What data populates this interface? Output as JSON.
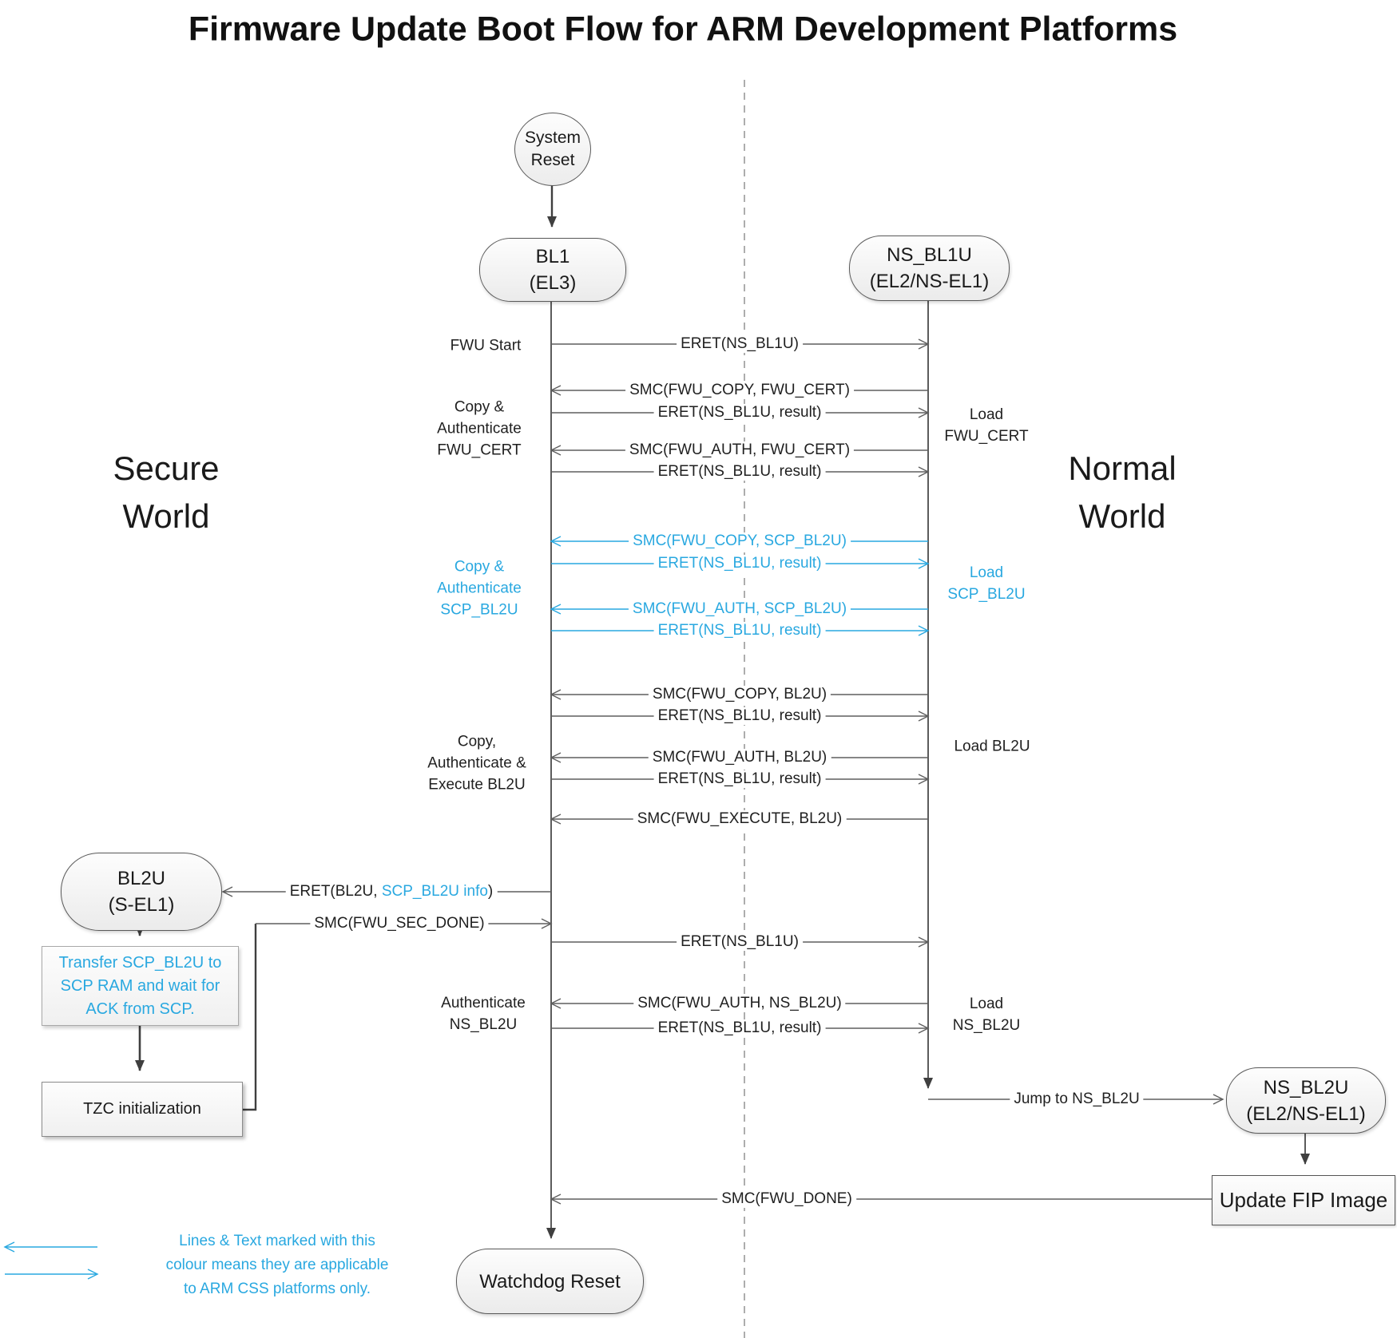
{
  "title": "Firmware Update Boot Flow for ARM Development Platforms",
  "colors": {
    "accent_blue": "#29A8E0",
    "message_line": "#5f5f5f",
    "flow_dark": "#3f3f3f"
  },
  "worlds": {
    "secure": "Secure\nWorld",
    "normal": "Normal\nWorld"
  },
  "nodes": {
    "system_reset": "System\nReset",
    "bl1": "BL1\n(EL3)",
    "ns_bl1u": "NS_BL1U\n(EL2/NS-EL1)",
    "bl2u": "BL2U\n(S-EL1)",
    "ns_bl2u": "NS_BL2U\n(EL2/NS-EL1)",
    "watchdog": "Watchdog Reset",
    "update_fip": "Update FIP Image",
    "transfer": "Transfer SCP_BL2U to\nSCP RAM and wait for\nACK from SCP.",
    "tzc": "TZC initialization"
  },
  "messages": [
    {
      "label": "ERET(NS_BL1U)",
      "direction": "right",
      "color": "black"
    },
    {
      "label": "SMC(FWU_COPY, FWU_CERT)",
      "direction": "left",
      "color": "black"
    },
    {
      "label": "ERET(NS_BL1U, result)",
      "direction": "right",
      "color": "black"
    },
    {
      "label": "SMC(FWU_AUTH, FWU_CERT)",
      "direction": "left",
      "color": "black"
    },
    {
      "label": "ERET(NS_BL1U, result)",
      "direction": "right",
      "color": "black"
    },
    {
      "label": "SMC(FWU_COPY, SCP_BL2U)",
      "direction": "left",
      "color": "blue"
    },
    {
      "label": "ERET(NS_BL1U, result)",
      "direction": "right",
      "color": "blue"
    },
    {
      "label": "SMC(FWU_AUTH, SCP_BL2U)",
      "direction": "left",
      "color": "blue"
    },
    {
      "label": "ERET(NS_BL1U, result)",
      "direction": "right",
      "color": "blue"
    },
    {
      "label": "SMC(FWU_COPY, BL2U)",
      "direction": "left",
      "color": "black"
    },
    {
      "label": "ERET(NS_BL1U, result)",
      "direction": "right",
      "color": "black"
    },
    {
      "label": "SMC(FWU_AUTH, BL2U)",
      "direction": "left",
      "color": "black"
    },
    {
      "label": "ERET(NS_BL1U, result)",
      "direction": "right",
      "color": "black"
    },
    {
      "label": "SMC(FWU_EXECUTE, BL2U)",
      "direction": "left",
      "color": "black"
    },
    {
      "parts": [
        "ERET(BL2U, ",
        "SCP_BL2U info",
        ")"
      ],
      "direction": "left-to-bl2u",
      "color": "mixed"
    },
    {
      "label": "SMC(FWU_SEC_DONE)",
      "direction": "right",
      "color": "black"
    },
    {
      "label": "ERET(NS_BL1U)",
      "direction": "right",
      "color": "black"
    },
    {
      "label": "SMC(FWU_AUTH, NS_BL2U)",
      "direction": "left",
      "color": "black"
    },
    {
      "label": "ERET(NS_BL1U, result)",
      "direction": "right",
      "color": "black"
    },
    {
      "label": "Jump to NS_BL2U",
      "direction": "right",
      "color": "black"
    },
    {
      "label": "SMC(FWU_DONE)",
      "direction": "left",
      "color": "black"
    }
  ],
  "annotations": {
    "fwu_start": "FWU Start",
    "copy_auth_fwu_cert": "Copy &\nAuthenticate\nFWU_CERT",
    "copy_auth_scp_bl2u": "Copy &\nAuthenticate\nSCP_BL2U",
    "copy_auth_exec_bl2u": "Copy,\nAuthenticate &\nExecute BL2U",
    "authenticate_ns_bl2u": "Authenticate\nNS_BL2U",
    "load_fwu_cert": "Load\nFWU_CERT",
    "load_scp_bl2u": "Load\nSCP_BL2U",
    "load_bl2u": "Load BL2U",
    "load_ns_bl2u": "Load\nNS_BL2U"
  },
  "legend": {
    "text": "Lines & Text marked with this\ncolour means they are applicable\nto ARM CSS platforms only."
  }
}
